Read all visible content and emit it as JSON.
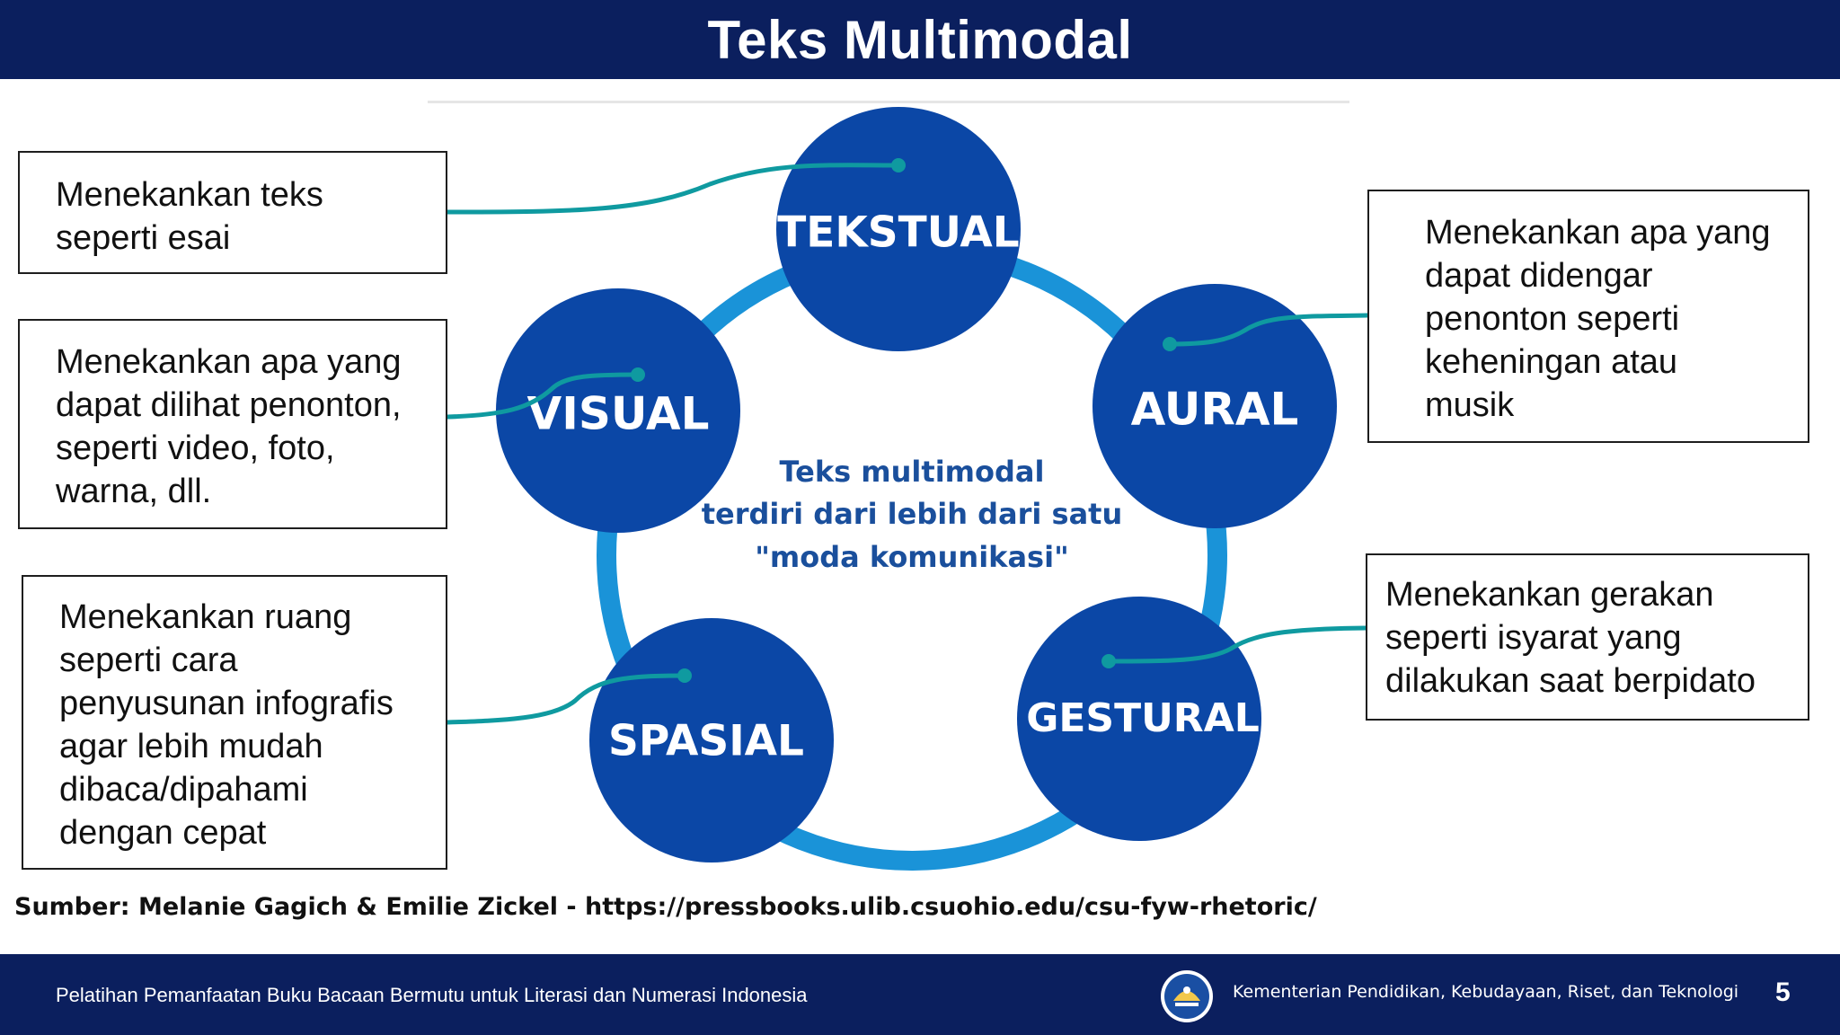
{
  "header": {
    "title": "Teks Multimodal"
  },
  "diagram": {
    "nodes": {
      "tekstual": "TEKSTUAL",
      "visual": "VISUAL",
      "aural": "AURAL",
      "spasial": "SPASIAL",
      "gestural": "GESTURAL"
    },
    "center_lines": [
      "Teks multimodal",
      "terdiri dari lebih dari satu",
      "\"moda komunikasi\""
    ]
  },
  "boxes": {
    "tekstual": [
      "Menekankan teks",
      "seperti esai"
    ],
    "visual": [
      "Menekankan apa yang",
      "dapat dilihat penonton,",
      "seperti video, foto,",
      "warna, dll."
    ],
    "spasial": [
      "Menekankan ruang",
      "seperti cara",
      "penyusunan infografis",
      "agar lebih mudah",
      "dibaca/dipahami",
      "dengan cepat"
    ],
    "aural": [
      "Menekankan apa yang",
      "dapat didengar",
      "penonton seperti",
      "keheningan atau",
      "musik"
    ],
    "gestural": [
      "Menekankan gerakan",
      "seperti isyarat yang",
      "dilakukan saat berpidato"
    ]
  },
  "source": "Sumber: Melanie Gagich & Emilie Zickel - https://pressbooks.ulib.csuohio.edu/csu-fyw-rhetoric/",
  "footer": {
    "left": "Pelatihan Pemanfaatan Buku Bacaan Bermutu untuk Literasi dan Numerasi Indonesia",
    "right": "Kementerian Pendidikan, Kebudayaan, Riset, dan Teknologi",
    "page": "5"
  },
  "colors": {
    "header_bg": "#0b1f5e",
    "node_fill": "#0b47a6",
    "ring": "#1a93d8",
    "connector": "#0f9aa0",
    "center_text": "#1a4f9c"
  }
}
